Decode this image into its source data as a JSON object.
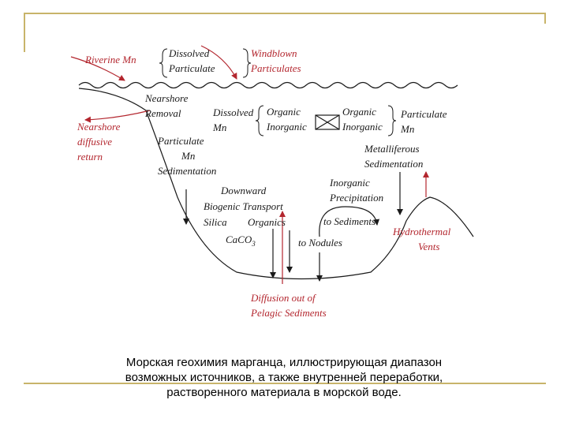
{
  "diagram": {
    "riverine": "Riverine Mn",
    "dissolved_top": "Dissolved",
    "particulate_top": "Particulate",
    "windblown_1": "Windblown",
    "windblown_2": "Particulates",
    "nearshore_removal_1": "Nearshore",
    "nearshore_removal_2": "Removal",
    "nearshore_diff_1": "Nearshore",
    "nearshore_diff_2": "diffusive",
    "nearshore_diff_3": "return",
    "dissolved_mn_1": "Dissolved",
    "dissolved_mn_2": "Mn",
    "organic_left": "Organic",
    "inorganic_left": "Inorganic",
    "organic_right": "Organic",
    "inorganic_right": "Inorganic",
    "particulate_mn_1": "Particulate",
    "particulate_mn_2": "Mn",
    "part_sed_1": "Particulate",
    "part_sed_2": "Mn",
    "part_sed_3": "Sedimentation",
    "metalliferous_1": "Metalliferous",
    "metalliferous_2": "Sedimentation",
    "downward_1": "Downward",
    "downward_2": "Biogenic Transport",
    "silica": "Silica",
    "organics": "Organics",
    "caco3": "CaCO",
    "caco3_sub": "3",
    "inorg_precip_1": "Inorganic",
    "inorg_precip_2": "Precipitation",
    "to_sediments": "to Sediments",
    "to_nodules": "to Nodules",
    "hydrothermal_1": "Hydrothermal",
    "hydrothermal_2": "Vents",
    "diffusion_1": "Diffusion out of",
    "diffusion_2": "Pelagic Sediments"
  },
  "caption": {
    "line1": "Морская геохимия марганца, иллюстрирующая диапазон",
    "line2": "возможных источников, а также внутренней переработки,",
    "line3": "растворенного материала в морской воде."
  },
  "colors": {
    "red": "#b3262e",
    "black": "#1a1a1a",
    "frame": "#c8b46a"
  }
}
